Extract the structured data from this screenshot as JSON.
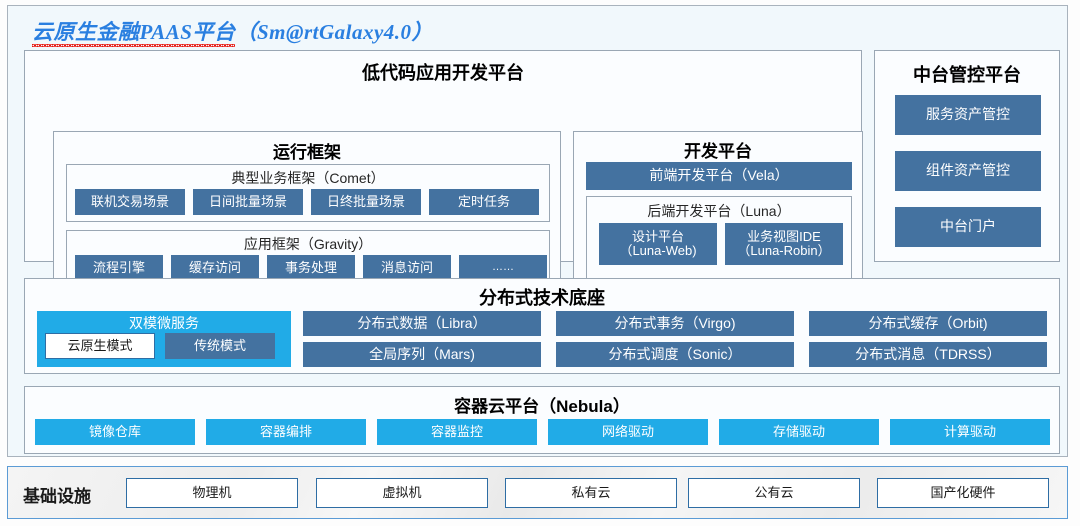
{
  "title": {
    "cn": "云原生金融PAAS平台",
    "en": "（Sm@rtGalaxy4.0）",
    "full": "云原生金融PAAS平台（Sm@rtGalaxy4.0）"
  },
  "colors": {
    "panel_bg": "#f1f8fc",
    "btn_blue": "#4472a0",
    "btn_cyan": "#21abe7",
    "title_blue": "#2a7fe0",
    "spell_red": "#e8130c",
    "border_gray": "#9aa7b4",
    "infra_border": "#5b9bd5"
  },
  "lowcode": {
    "heading": "低代码应用开发平台",
    "runtime": {
      "heading": "运行框架",
      "comet": {
        "heading": "典型业务框架（Comet）",
        "items": [
          "联机交易场景",
          "日间批量场景",
          "日终批量场景",
          "定时任务"
        ]
      },
      "gravity": {
        "heading": "应用框架（Gravity）",
        "items": [
          "流程引擎",
          "缓存访问",
          "事务处理",
          "消息访问",
          "……"
        ]
      }
    },
    "devplatform": {
      "heading": "开发平台",
      "frontend": "前端开发平台（Vela）",
      "backend": {
        "heading": "后端开发平台（Luna）",
        "items": [
          "设计平台\n（Luna-Web)",
          "业务视图IDE\n（Luna-Robin）"
        ]
      }
    }
  },
  "midplatform": {
    "heading": "中台管控平台",
    "items": [
      "服务资产管控",
      "组件资产管控",
      "中台门户"
    ]
  },
  "distributed": {
    "heading": "分布式技术底座",
    "dualmode": {
      "heading": "双模微服务",
      "items": [
        "云原生模式",
        "传统模式"
      ]
    },
    "items": [
      "分布式数据（Libra）",
      "分布式事务（Virgo)",
      "分布式缓存（Orbit)",
      "全局序列（Mars)",
      "分布式调度（Sonic）",
      "分布式消息（TDRSS）"
    ]
  },
  "container": {
    "heading": "容器云平台（Nebula）",
    "items": [
      "镜像仓库",
      "容器编排",
      "容器监控",
      "网络驱动",
      "存储驱动",
      "计算驱动"
    ]
  },
  "infrastructure": {
    "label": "基础设施",
    "items": [
      "物理机",
      "虚拟机",
      "私有云",
      "公有云",
      "国产化硬件"
    ]
  }
}
